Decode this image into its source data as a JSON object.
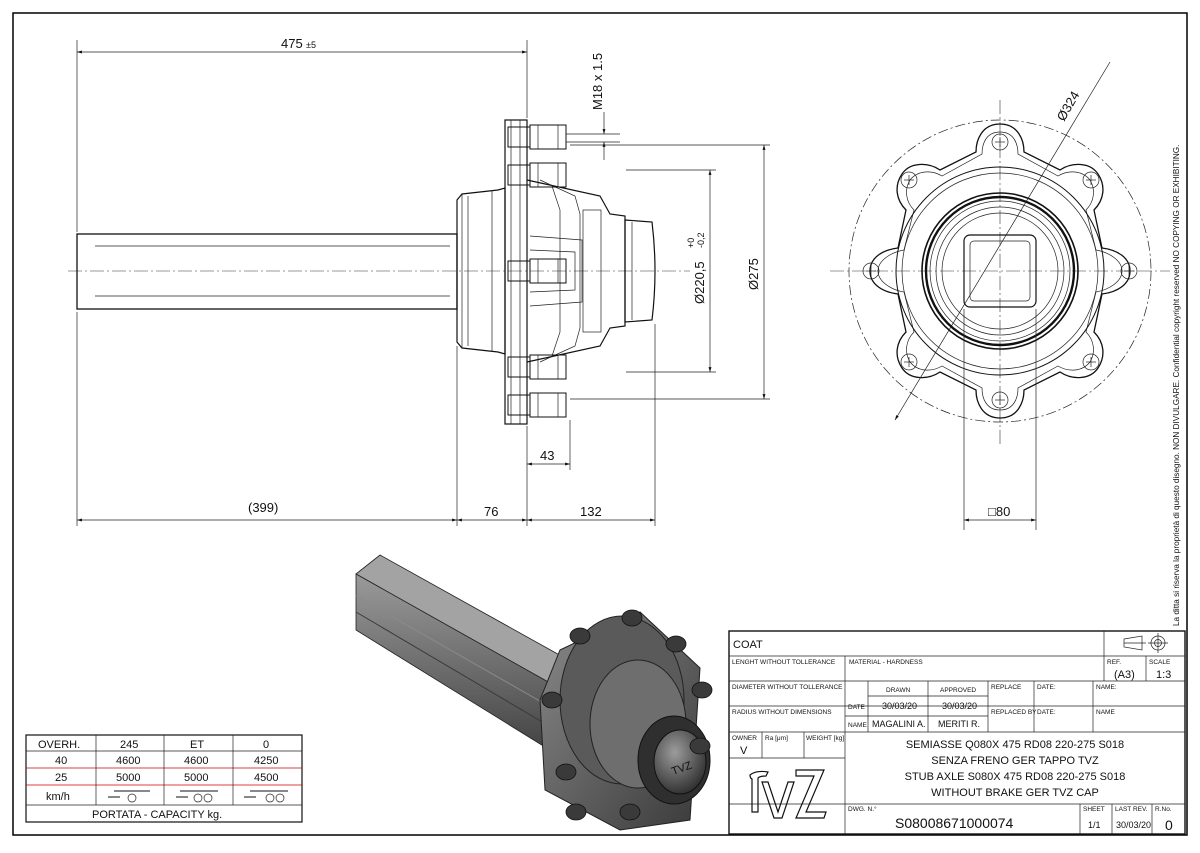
{
  "front_view": {
    "dim_overall": "475",
    "dim_overall_tol": "±5",
    "dim_thread": "M18 x 1.5",
    "dim_shaft_len": "(399)",
    "dim_hub_1": "76",
    "dim_hub_2": "132",
    "dim_hub_3": "43",
    "dim_diam_1": "Ø220,5",
    "dim_diam_1_tol_upper": "+0",
    "dim_diam_1_tol_lower": "-0,2",
    "dim_diam_2": "Ø275"
  },
  "side_view": {
    "dim_pcd": "Ø324",
    "dim_square": "□80"
  },
  "capacity_table": {
    "header": [
      "OVERH.",
      "245",
      "ET",
      "0"
    ],
    "rows": [
      [
        "40",
        "4600",
        "4600",
        "4250"
      ],
      [
        "25",
        "5000",
        "5000",
        "4500"
      ]
    ],
    "speed_label": "km/h",
    "footer": "PORTATA - CAPACITY kg."
  },
  "title_block": {
    "coat": "COAT",
    "lenght_label": "LENGHT WITHOUT TOLLERANCE",
    "material_label": "MATERIAL - HARDNESS",
    "diameter_label": "DIAMETER WITHOUT TOLLERANCE",
    "radius_label": "RADIUS WITHOUT DIMENSIONS",
    "ref_label": "REF.",
    "ref_value": "(A3)",
    "scale_label": "SCALE",
    "scale_value": "1:3",
    "drawn_label": "DRAWN",
    "approved_label": "APPROVED",
    "date_label": "DATE",
    "drawn_date": "30/03/20",
    "approved_date": "30/03/20",
    "name_label": "NAME",
    "drawn_name": "MAGALINI A.",
    "approved_name": "MERITI R.",
    "replace_label": "REPLACE",
    "replace_date_label": "DATE:",
    "replace_name_label": "NAME:",
    "replaced_by_label": "REPLACED BY",
    "replaced_date_label": "DATE:",
    "replaced_name_label": "NAME",
    "owner_label": "OWNER",
    "owner_value": "V",
    "ra_label": "Ra [μm]",
    "weight_label": "WEIGHT [kg]",
    "description": [
      "SEMIASSE Q080X 475 RD08 220-275 S018",
      "SENZA FRENO GER TAPPO TVZ",
      "STUB AXLE S080X 475 RD08 220-275 S018",
      "WITHOUT BRAKE GER TVZ CAP"
    ],
    "logo": "TVZ",
    "dwg_label": "DWG. N.°",
    "dwg_number": "S08008671000074",
    "sheet_label": "SHEET",
    "sheet_value": "1/1",
    "last_rev_label": "LAST REV.",
    "last_rev_value": "30/03/20",
    "rno_label": "R.No.",
    "rno_value": "0"
  },
  "copyright_note": "La ditta si riserva la proprietà di questo disegno. NON DIVULGARE. Confidential copyright reserved NO COPYING OR EXHIBITING."
}
